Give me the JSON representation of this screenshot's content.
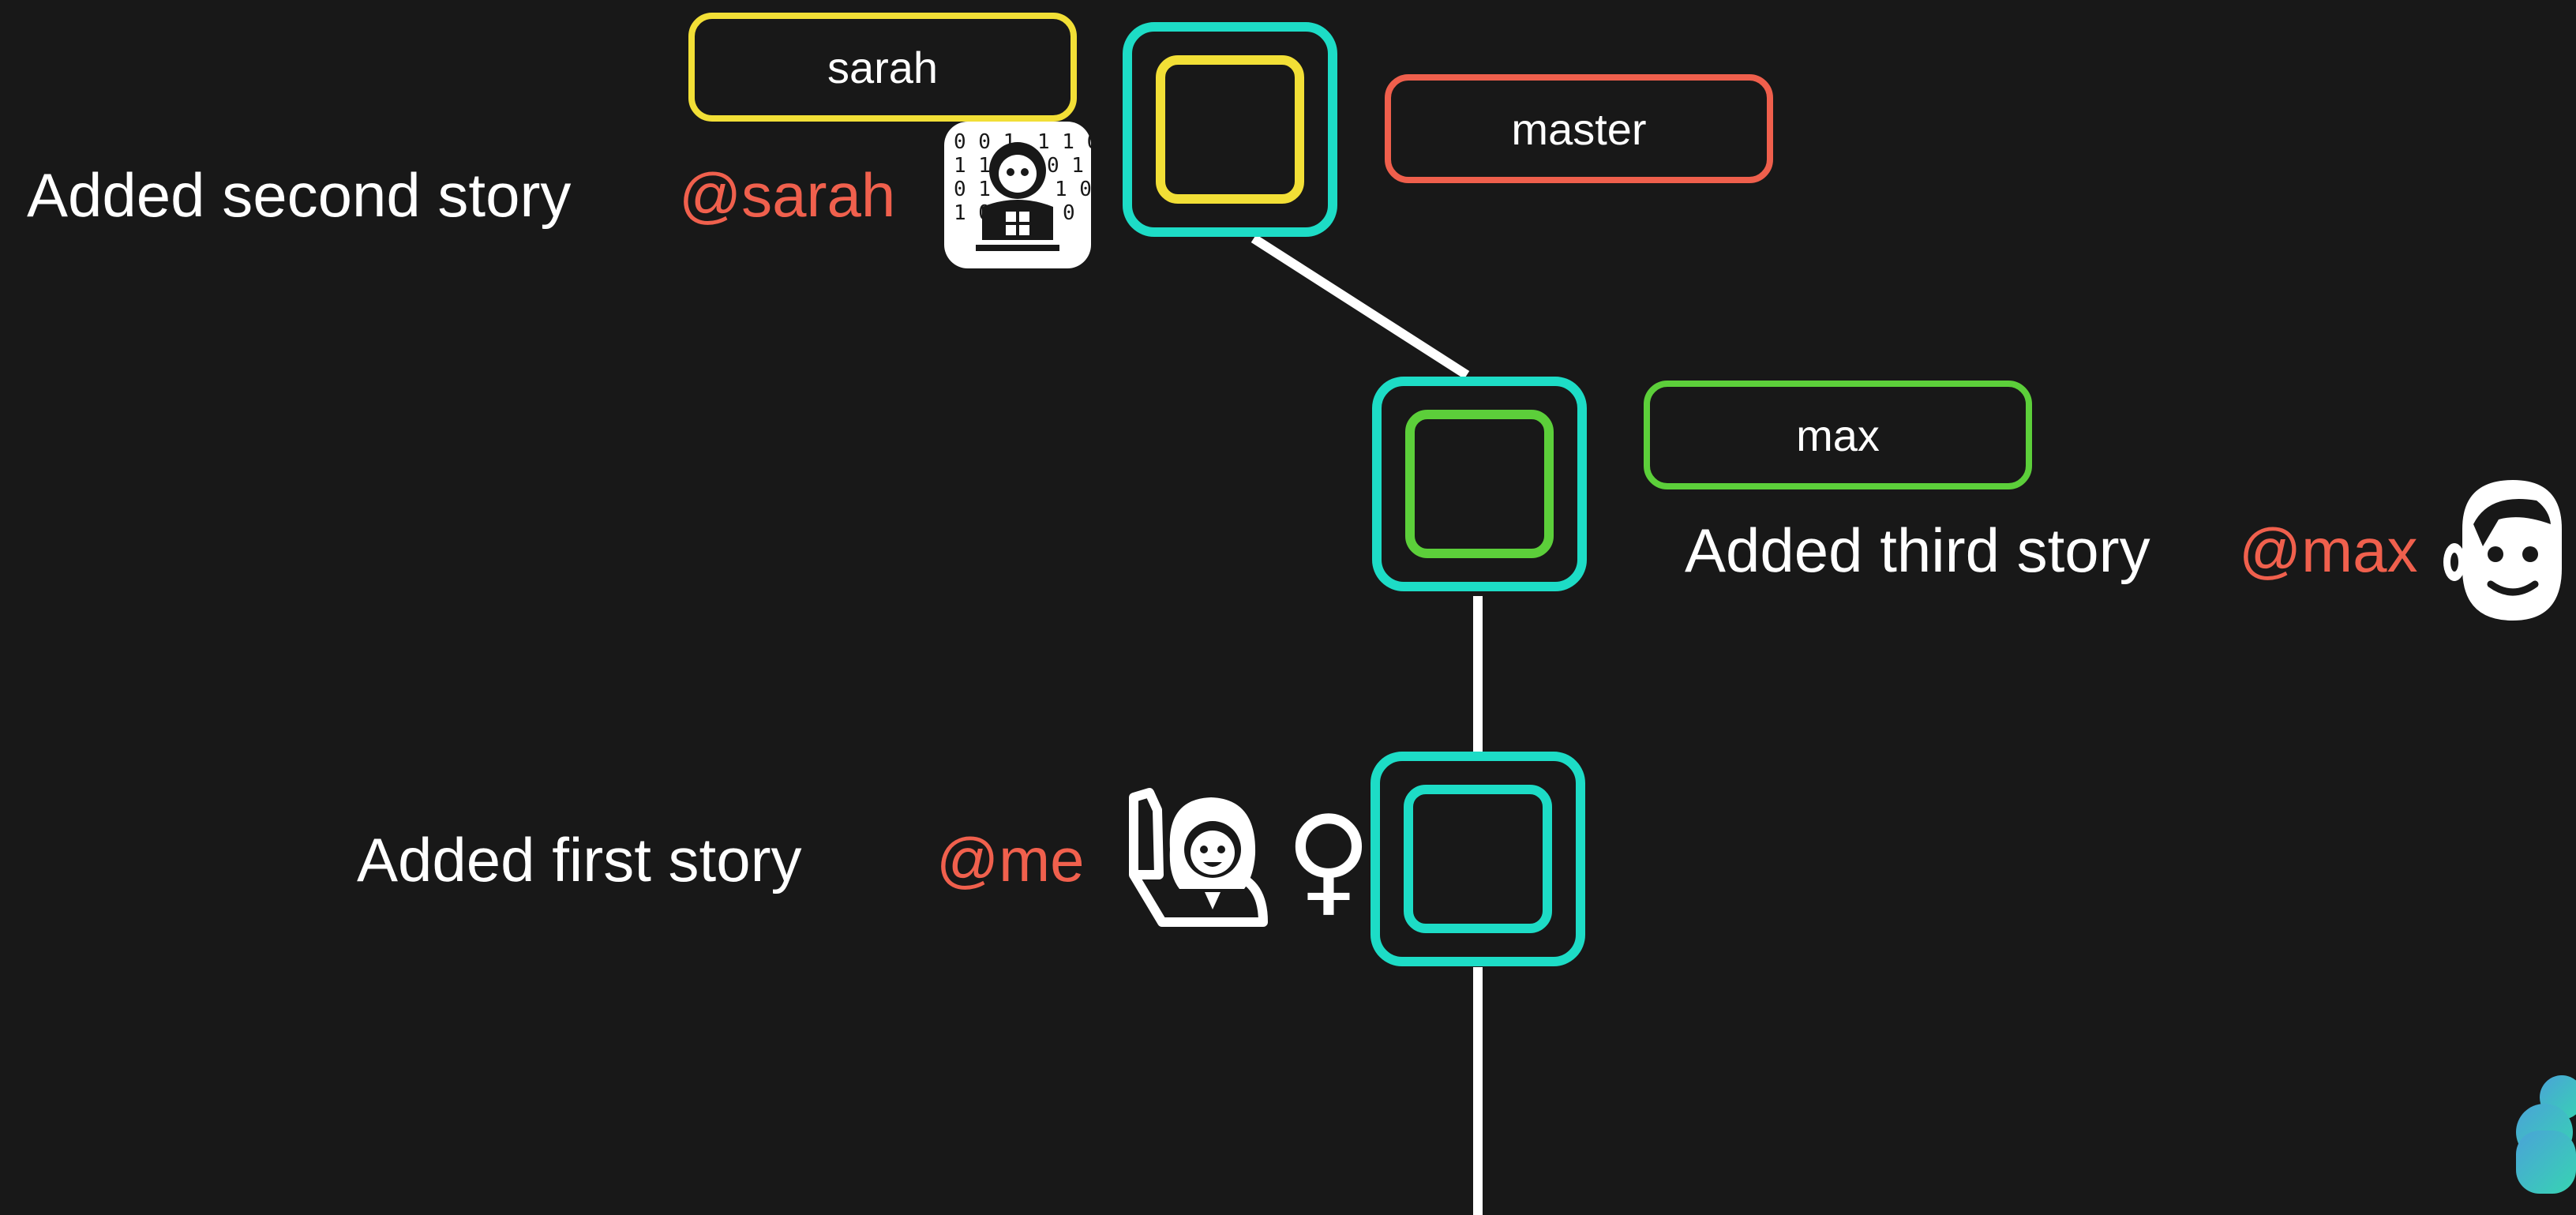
{
  "colors": {
    "background": "#181818",
    "commit_border": "#1ddcc6",
    "author_text": "#f0604d",
    "sarah_branch": "#f2df36",
    "master_branch": "#ef5f4c",
    "max_branch": "#5ccf3a",
    "me_branch": "#1ddcc6",
    "connector": "#ffffff"
  },
  "branches": {
    "sarah": {
      "label": "sarah"
    },
    "master": {
      "label": "master"
    },
    "max": {
      "label": "max"
    }
  },
  "commits": {
    "second": {
      "message": "Added second story",
      "author": "@sarah",
      "avatar": "woman-technologist-icon"
    },
    "third": {
      "message": "Added third story",
      "author": "@max",
      "avatar": "man-face-icon"
    },
    "first": {
      "message": "Added first story",
      "author": "@me",
      "avatar": "woman-raising-hand-icon",
      "symbol": "♀"
    }
  },
  "decorations": {
    "corner_logo": "cloud-icon"
  }
}
